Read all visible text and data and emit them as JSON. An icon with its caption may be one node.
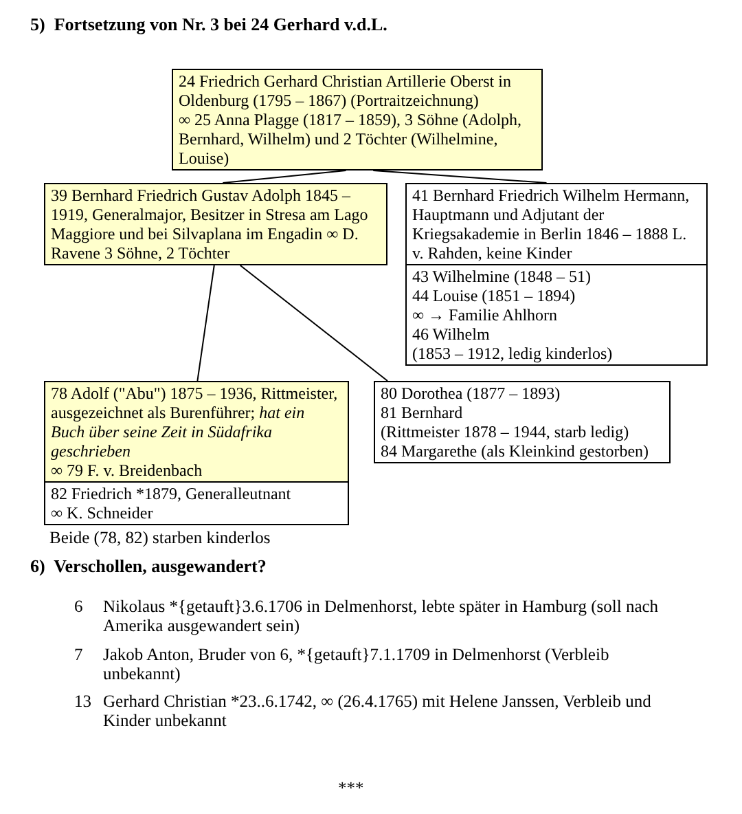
{
  "diagram": {
    "title": "5)  Fortsetzung von Nr. 3 bei 24 Gerhard v.d.L.",
    "nodes": [
      {
        "text": [
          "24 Friedrich Gerhard Christian Artillerie Oberst in Oldenburg (1795 – 1867) (Portraitzeichnung)",
          "∞ 25 Anna Plagge (1817 – 1859), 3 Söhne (Adolph, Bernhard, Wilhelm) und 2 Töchter (Wilhelmine, Louise)"
        ]
      },
      {
        "text": [
          "39 Bernhard Friedrich Gustav Adolph 1845 – 1919, Generalmajor, Besitzer in Stresa am Lago Maggiore und bei Silvaplana im Engadin ∞ D. Ravene 3 Söhne, 2 Töchter"
        ]
      },
      {
        "text": [
          "41 Bernhard Friedrich Wilhelm Hermann, Hauptmann und Adjutant der Kriegsakademie in Berlin 1846 – 1888 L. v. Rahden, keine Kinder"
        ]
      },
      {
        "text": [
          "43 Wilhelmine (1848 – 51)",
          "44 Louise (1851 – 1894)",
          "∞ → Familie Ahlhorn",
          "46 Wilhelm",
          "(1853 – 1912, ledig kinderlos)"
        ]
      },
      {
        "text": [
          "78 Adolf (\"Abu\") 1875 – 1936, Rittmeister, ausgezeichnet als Burenführer; *hat ein Buch über seine Zeit in Südafrika geschrieben*",
          "∞ 79 F. v. Breidenbach"
        ]
      },
      {
        "text": [
          "82 Friedrich *1879, Generalleutnant",
          "∞ K. Schneider"
        ]
      },
      {
        "text": [
          "80 Dorothea (1877 – 1893)",
          "81 Bernhard",
          "(Rittmeister 1878 – 1944, starb ledig)",
          "84 Margarethe (als Kleinkind gestorben)"
        ]
      }
    ],
    "edges": [
      {
        "from": 0,
        "to": 1,
        "arrow": "none"
      },
      {
        "from": 0,
        "to": 2,
        "arrow": "none"
      },
      {
        "from": 1,
        "to": 4,
        "arrow": "none"
      },
      {
        "from": 1,
        "to": 6,
        "arrow": "none"
      }
    ],
    "labels": [
      "Beide (78, 82) starben kinderlos",
      "6)  Verschollen, ausgewandert?",
      "6",
      "Nikolaus *{getauft}3.6.1706 in Delmenhorst, lebte später in Hamburg (soll nach Amerika ausgewandert sein)",
      "7",
      "Jakob Anton, Bruder von 6, *{getauft}7.1.1709 in Delmenhorst (Verbleib unbekannt)",
      "13",
      "Gerhard Christian *23..6.1742, ∞ (26.4.1765) mit Helene Janssen, Verbleib und Kinder unbekannt",
      "***"
    ]
  }
}
